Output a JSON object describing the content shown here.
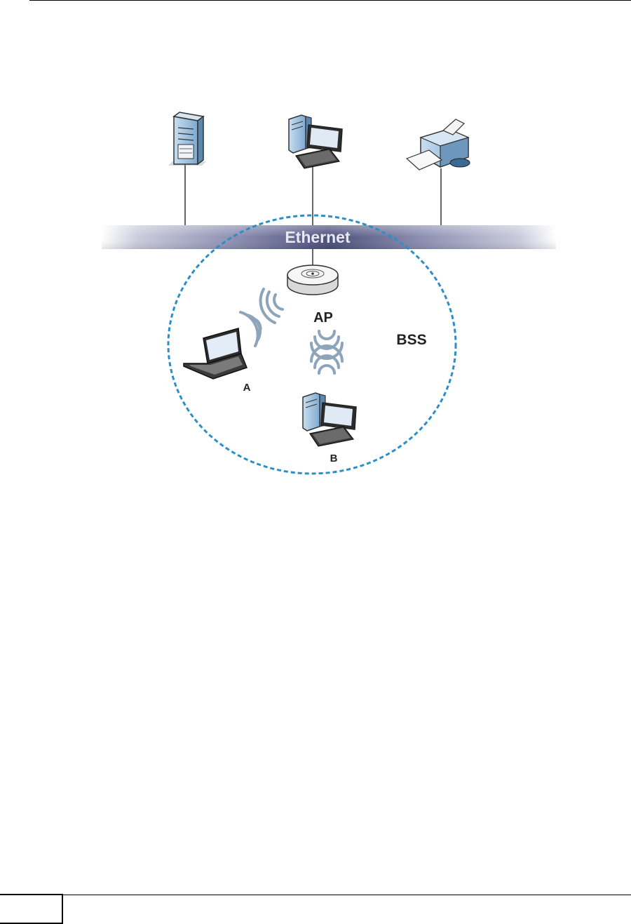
{
  "diagram": {
    "ethernet_label": "Ethernet",
    "ap_label": "AP",
    "bss_label": "BSS",
    "station_a_label": "A",
    "station_b_label": "B"
  },
  "icons": [
    "server-icon",
    "desktop-computer-icon",
    "printer-icon",
    "access-point-icon",
    "laptop-icon",
    "desktop-computer-icon",
    "wifi-signal-icon"
  ],
  "colors": {
    "ethernet_bar": "#4b4f7a",
    "bss_circle": "#2a8fc8",
    "signal_waves": "#9fb4c8",
    "device_blue": "#9ec3e0"
  }
}
